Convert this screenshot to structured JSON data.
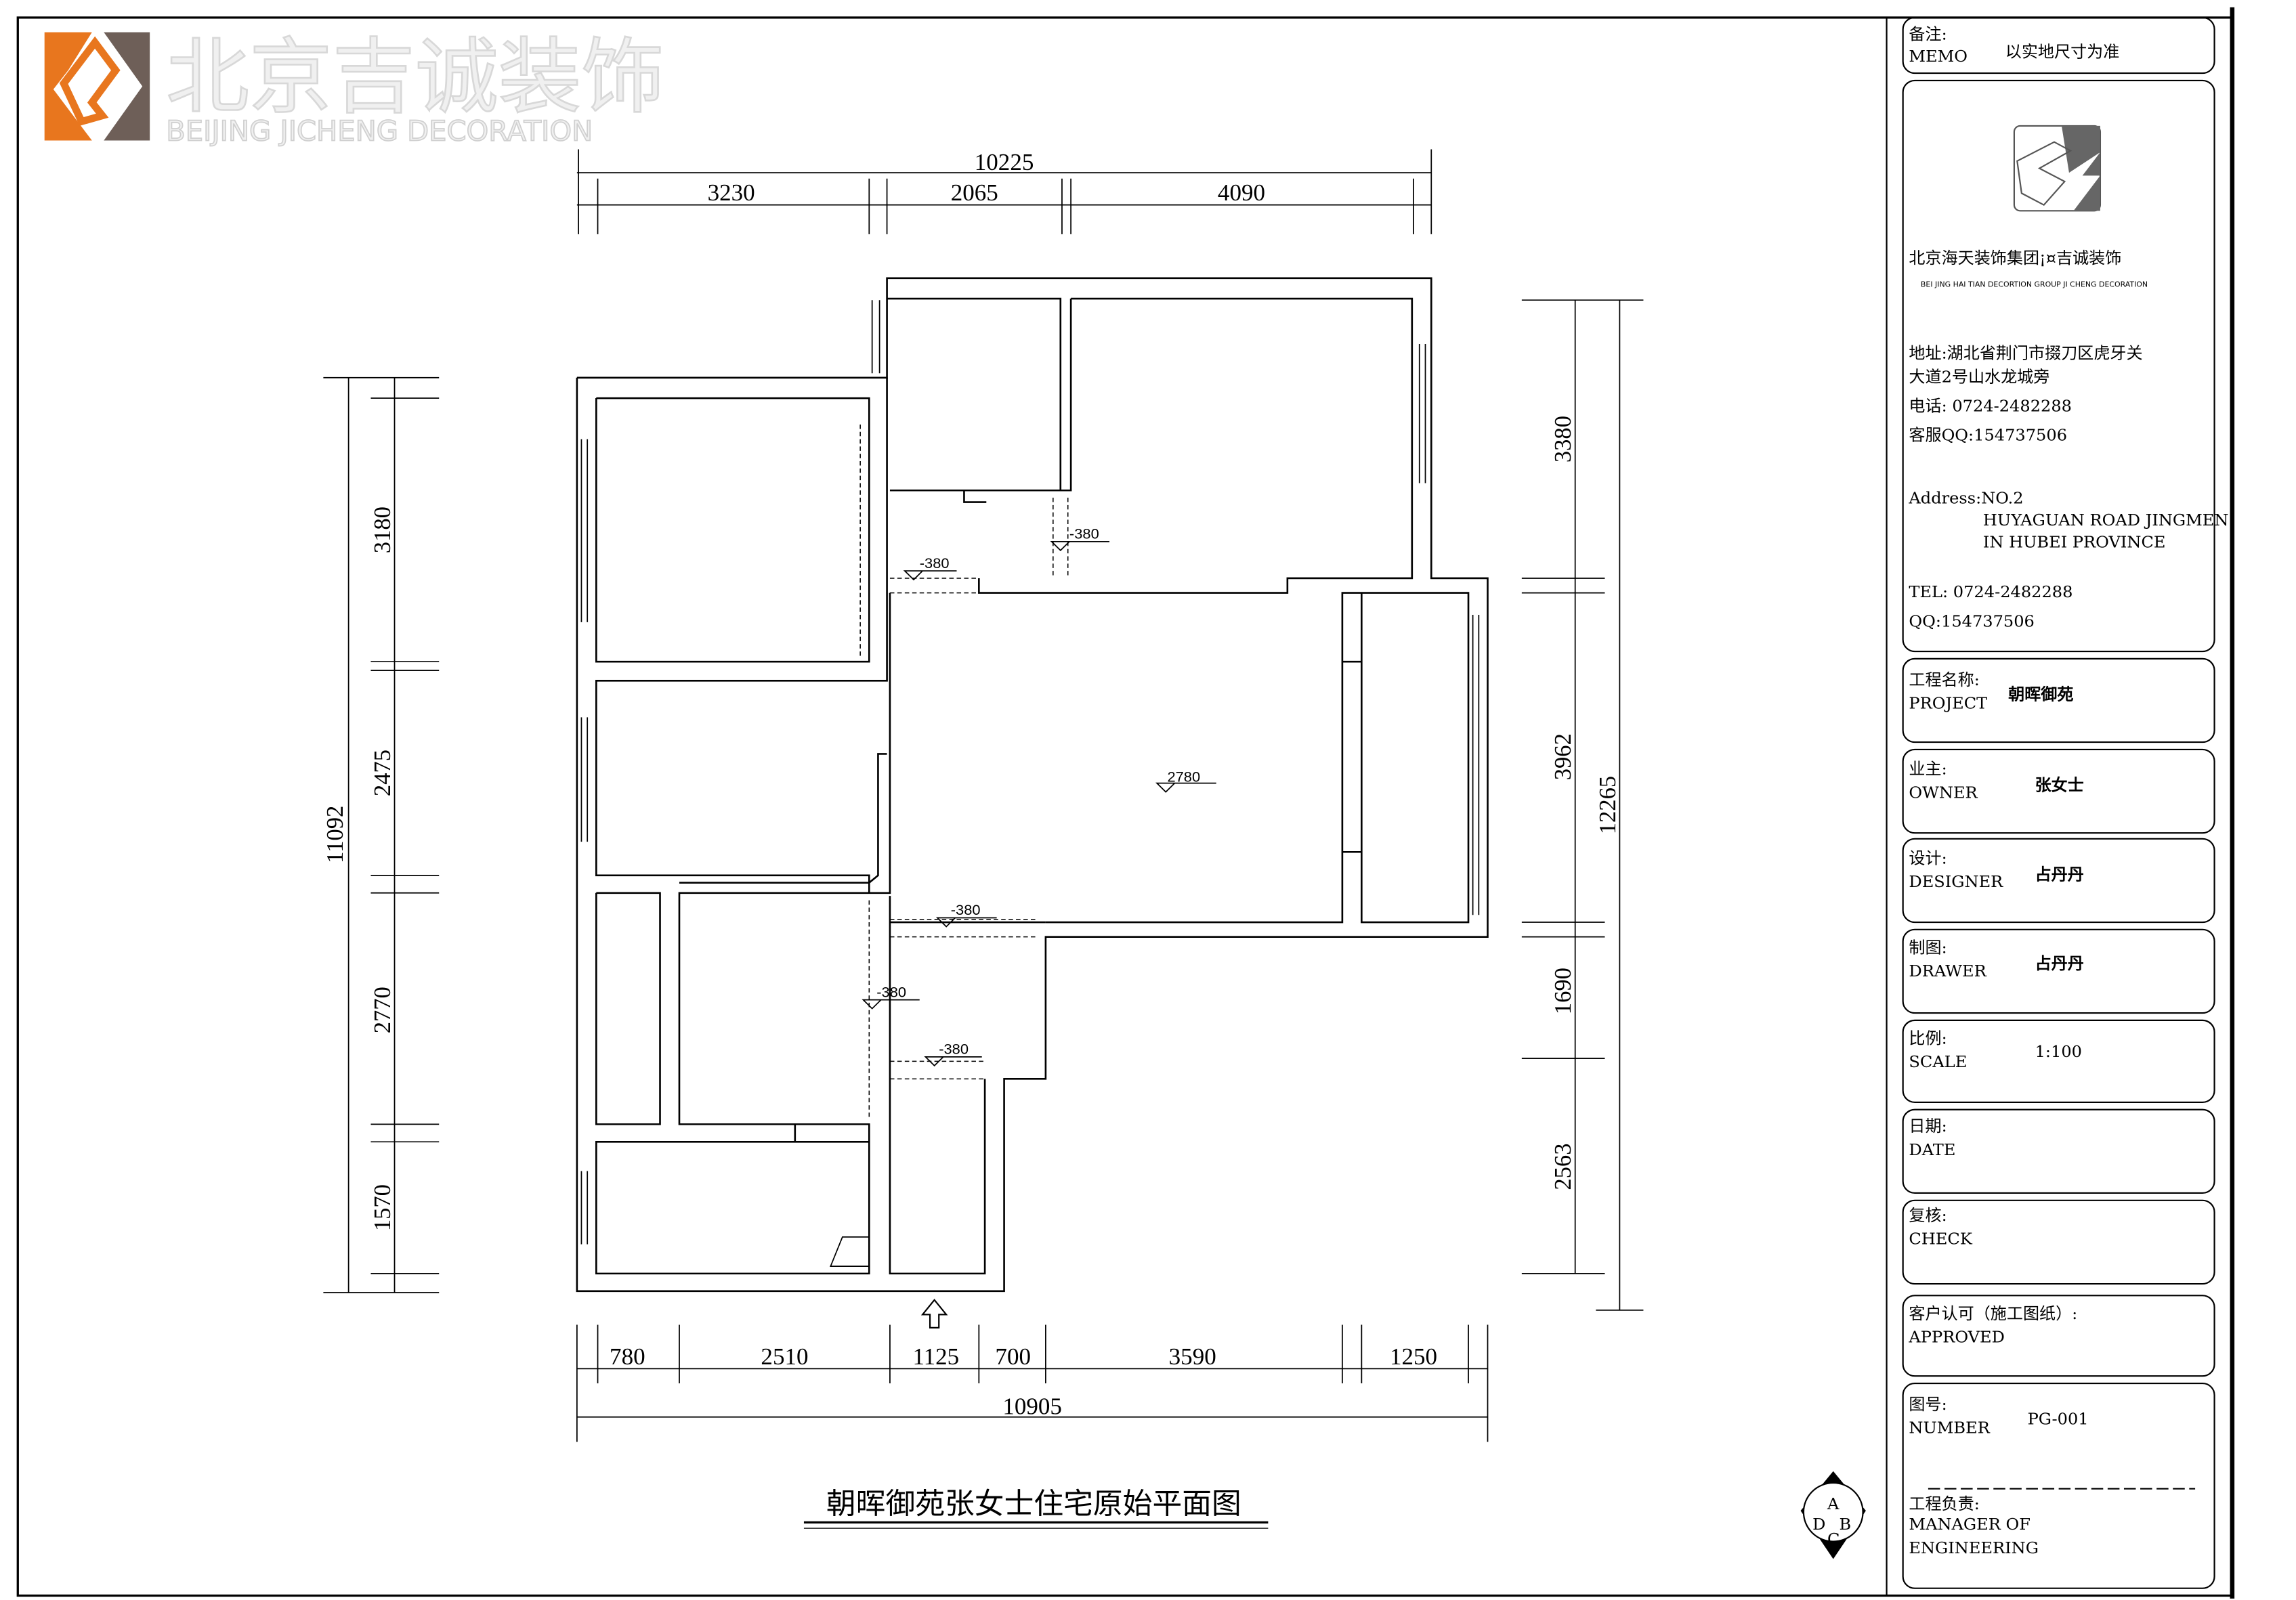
{
  "drawing_title": "朝晖御苑张女士住宅原始平面图",
  "dimensions": {
    "top_total": "10225",
    "top": [
      "3230",
      "2065",
      "4090"
    ],
    "bottom_total": "10905",
    "bottom": [
      "780",
      "2510",
      "1125",
      "700",
      "3590",
      "1250"
    ],
    "left_total": "11092",
    "left": [
      "3180",
      "2475",
      "2770",
      "1570"
    ],
    "right_total": "12265",
    "right": [
      "3380",
      "3962",
      "1690",
      "2563"
    ]
  },
  "levels": [
    "-380",
    "-380",
    "-380",
    "-380",
    "-380",
    "2780"
  ],
  "title_block": {
    "memo_label_cn": "备注:",
    "memo_label_en": "MEMO",
    "memo_value": "以实地尺寸为准",
    "company_cn": "北京海天装饰集团¡¤吉诚装饰",
    "company_en": "BEI JING HAI TIAN DECORTION GROUP   JI CHENG DECORATION",
    "address_cn_1": "地址:湖北省荆门市掇刀区虎牙关",
    "address_cn_2": "大道2号山水龙城旁",
    "phone_cn": "电话: 0724-2482288",
    "qq_cn": "客服QQ:154737506",
    "address_en_1": "Address:NO.2",
    "address_en_2": "HUYAGUAN ROAD JINGMEN",
    "address_en_3": "IN HUBEI PROVINCE",
    "tel_en": "TEL: 0724-2482288",
    "qq_en": "QQ:154737506",
    "fields": [
      {
        "cn": "工程名称:",
        "en": "PROJECT",
        "value": "朝晖御苑"
      },
      {
        "cn": "业主:",
        "en": "OWNER",
        "value": "张女士"
      },
      {
        "cn": "设计:",
        "en": "DESIGNER",
        "value": "占丹丹"
      },
      {
        "cn": "制图:",
        "en": "DRAWER",
        "value": "占丹丹"
      },
      {
        "cn": "比例:",
        "en": "SCALE",
        "value": "1:100"
      },
      {
        "cn": "日期:",
        "en": "DATE",
        "value": ""
      },
      {
        "cn": "复核:",
        "en": "CHECK",
        "value": ""
      }
    ],
    "approved_cn": "客户认可（施工图纸）:",
    "approved_en": "APPROVED",
    "number_cn": "图号:",
    "number_en": "NUMBER",
    "number_value": "PG-001",
    "manager_cn": "工程负责:",
    "manager_en_1": "MANAGER OF",
    "manager_en_2": "ENGINEERING"
  },
  "watermark": {
    "cn": "北京吉诚装饰",
    "en": "BEIJING JICHENG DECORATION"
  },
  "compass_letters": [
    "A",
    "B",
    "C",
    "D"
  ],
  "colors": {
    "brand_orange": "#e8761e",
    "brand_brown": "#6e5f58"
  }
}
